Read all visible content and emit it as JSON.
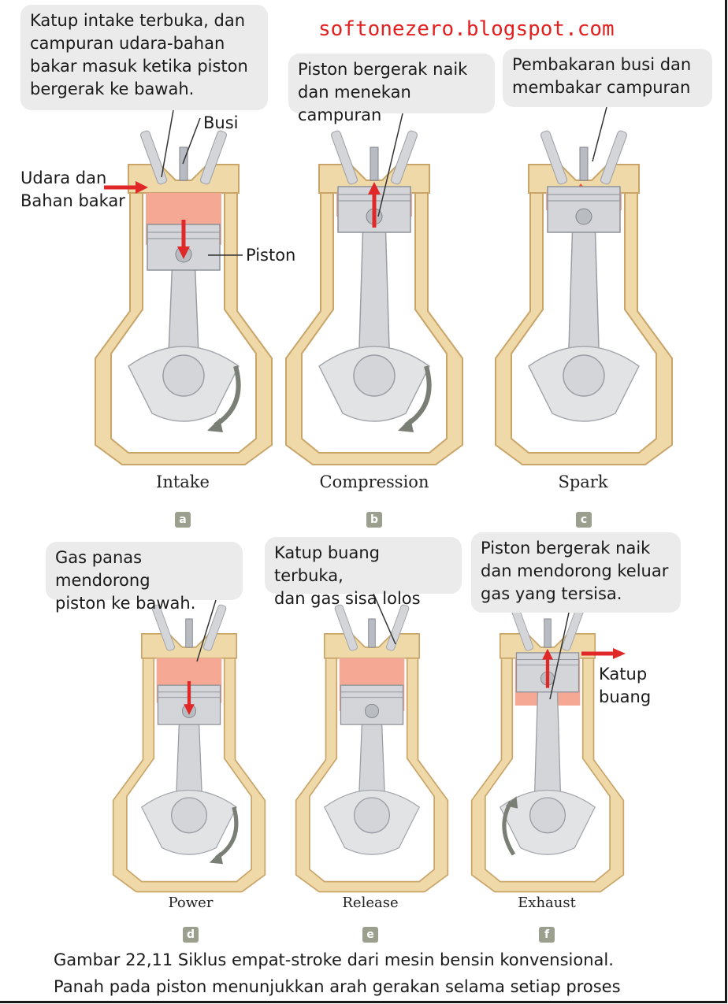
{
  "watermark": "softonezero.blogspot.com",
  "callouts": {
    "intake": "Katup intake terbuka, dan\ncampuran udara-bahan\nbakar masuk ketika piston\nbergerak ke bawah.",
    "compression": "Piston bergerak naik\ndan menekan campuran",
    "spark": "Pembakaran busi dan\nmembakar campuran",
    "power": "Gas panas mendorong\npiston ke bawah.",
    "release": "Katup buang terbuka,\ndan gas sisa lolos",
    "exhaust": "Piston bergerak naik\ndan mendorong keluar\ngas yang tersisa."
  },
  "labels": {
    "busi": "Busi",
    "udara": "Udara dan\nBahan bakar",
    "piston": "Piston",
    "katup": "Katup\nbuang"
  },
  "strokes": [
    {
      "name": "Intake",
      "letter": "a"
    },
    {
      "name": "Compression",
      "letter": "b"
    },
    {
      "name": "Spark",
      "letter": "c"
    },
    {
      "name": "Power",
      "letter": "d"
    },
    {
      "name": "Release",
      "letter": "e"
    },
    {
      "name": "Exhaust",
      "letter": "f"
    }
  ],
  "caption": {
    "line1": "Gambar 22,11 Siklus empat-stroke dari mesin bensin konvensional.",
    "line2": "Panah pada piston menunjukkan arah gerakan selama setiap proses"
  },
  "colors": {
    "casing": "#f0d9a8",
    "casing_edge": "#c9a56a",
    "gas": "#f39a82",
    "arrow": "#e02828",
    "metal": "#d3d5d8",
    "badge": "#9aa08d"
  },
  "piston_motion": [
    "down",
    "up",
    "none",
    "down",
    "none",
    "up"
  ]
}
